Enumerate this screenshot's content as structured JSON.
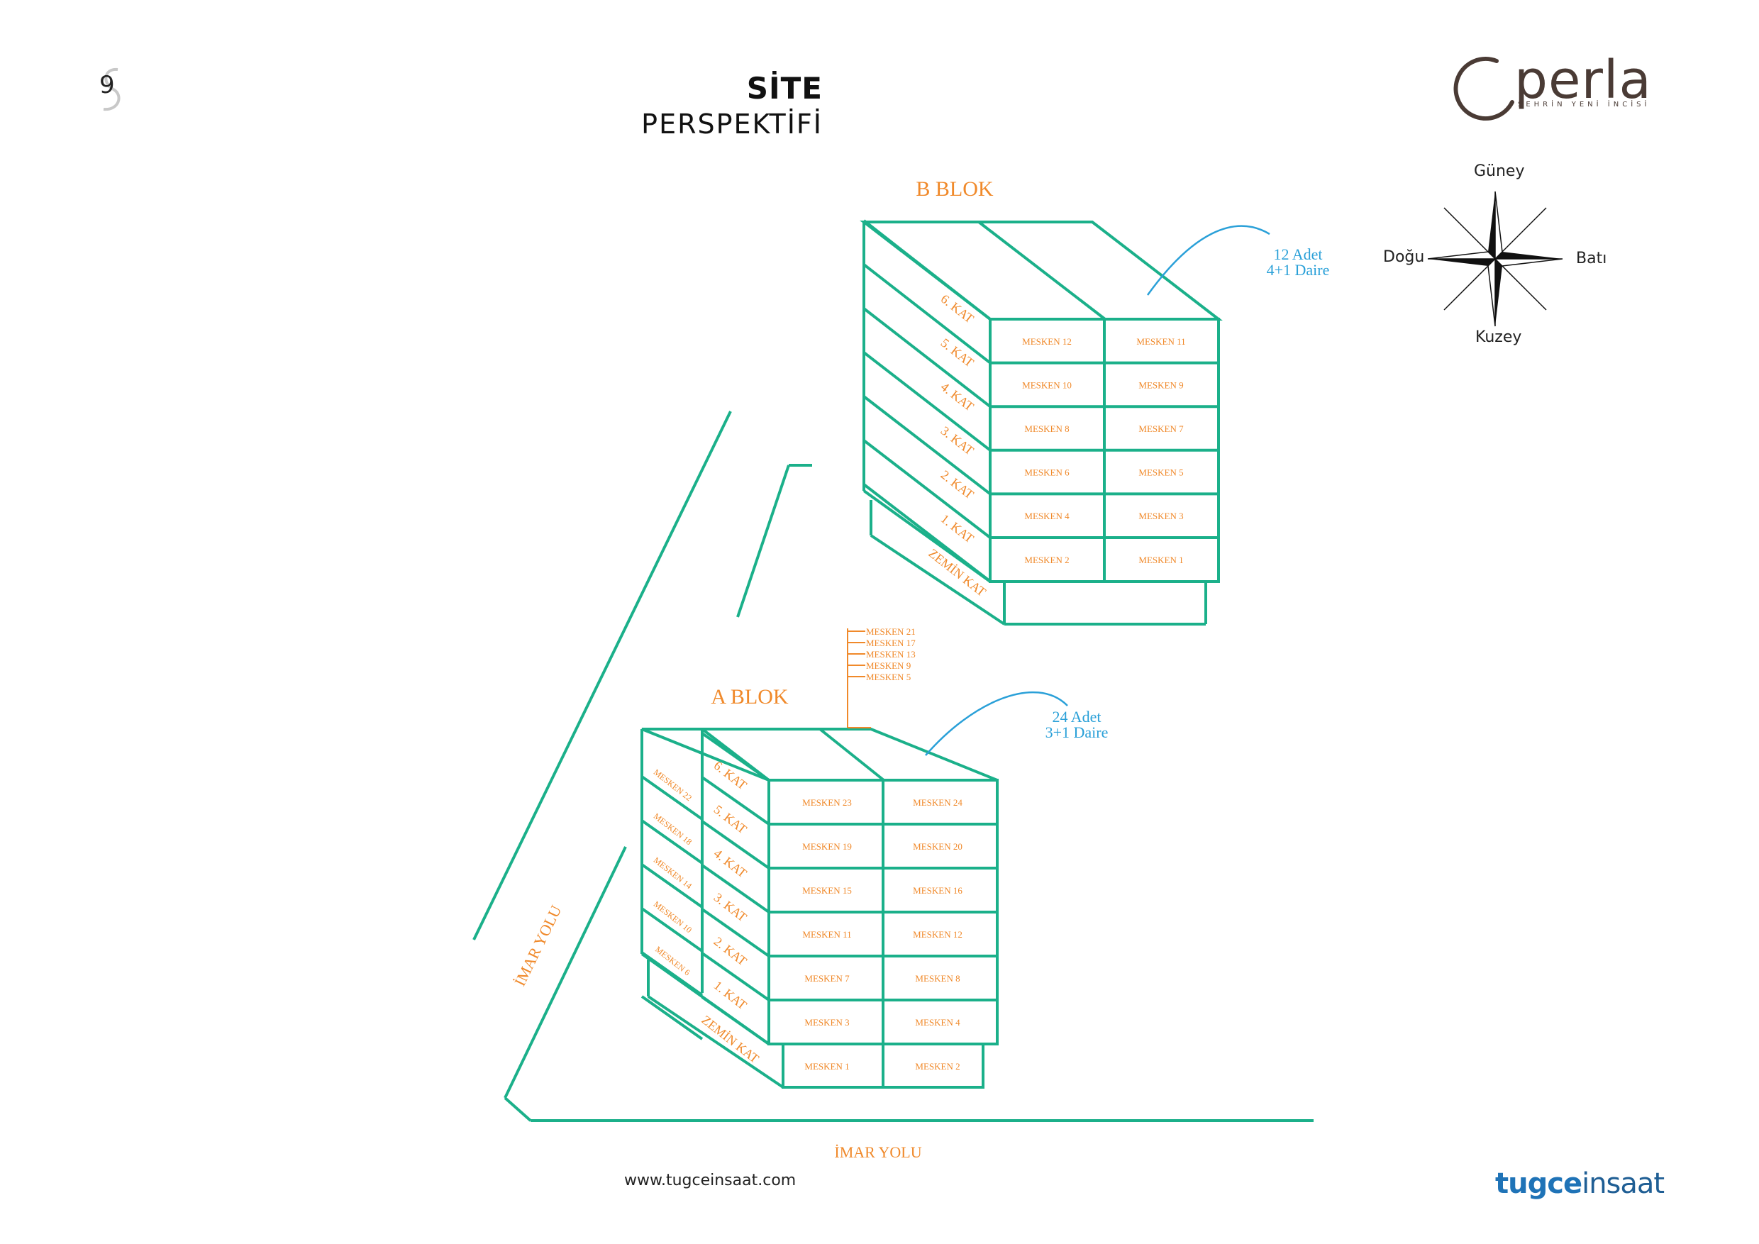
{
  "page_number": "9",
  "title": {
    "line1": "SİTE",
    "line2": "PERSPEKTİFİ"
  },
  "brand": {
    "name": "perla",
    "tagline": "ŞEHRİN YENİ İNCİSİ"
  },
  "compass": {
    "north_label": "Güney",
    "south_label": "Kuzey",
    "west_label": "Doğu",
    "east_label": "Batı",
    "icon": "compass-rose-icon"
  },
  "colors": {
    "building": "#1bb08a",
    "labels": "#f0892a",
    "callout": "#2aa0d8"
  },
  "b_block": {
    "name": "B BLOK",
    "callout_line1": "12 Adet",
    "callout_line2": "4+1 Daire",
    "floors": [
      "6. KAT",
      "5. KAT",
      "4. KAT",
      "3. KAT",
      "2. KAT",
      "1. KAT",
      "ZEMİN KAT"
    ],
    "units": [
      [
        "MESKEN 12",
        "MESKEN 11"
      ],
      [
        "MESKEN 10",
        "MESKEN 9"
      ],
      [
        "MESKEN 8",
        "MESKEN 7"
      ],
      [
        "MESKEN 6",
        "MESKEN 5"
      ],
      [
        "MESKEN 4",
        "MESKEN 3"
      ],
      [
        "MESKEN 2",
        "MESKEN 1"
      ]
    ]
  },
  "a_block": {
    "name": "A BLOK",
    "callout_line1": "24 Adet",
    "callout_line2": "3+1 Daire",
    "top_list": [
      "MESKEN 21",
      "MESKEN 17",
      "MESKEN 13",
      "MESKEN 9",
      "MESKEN 5"
    ],
    "floors": [
      "6. KAT",
      "5. KAT",
      "4. KAT",
      "3. KAT",
      "2. KAT",
      "1. KAT",
      "ZEMİN KAT"
    ],
    "side_units": [
      "MESKEN 22",
      "MESKEN 18",
      "MESKEN 14",
      "MESKEN 10",
      "MESKEN 6"
    ],
    "units": [
      [
        "MESKEN 23",
        "MESKEN 24"
      ],
      [
        "MESKEN 19",
        "MESKEN 20"
      ],
      [
        "MESKEN 15",
        "MESKEN 16"
      ],
      [
        "MESKEN 11",
        "MESKEN 12"
      ],
      [
        "MESKEN 7",
        "MESKEN 8"
      ],
      [
        "MESKEN 3",
        "MESKEN 4"
      ],
      [
        "MESKEN 1",
        "MESKEN 2"
      ]
    ]
  },
  "roads": {
    "left": "İMAR YOLU",
    "bottom": "İMAR YOLU"
  },
  "footer": {
    "url": "www.tugceinsaat.com",
    "brand_part1": "tugce",
    "brand_part2": "insaat"
  }
}
